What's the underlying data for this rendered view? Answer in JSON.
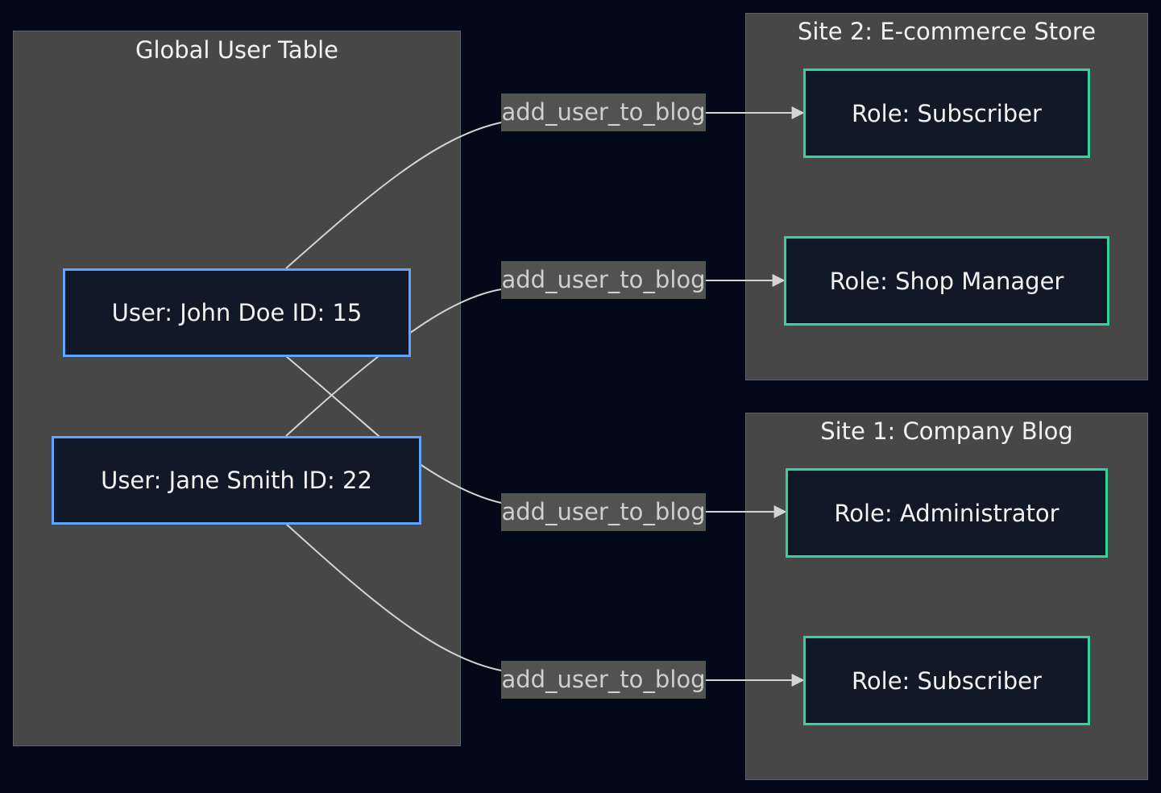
{
  "colors": {
    "background": "#020817",
    "cluster_fill": "#474747",
    "node_fill": "#111827",
    "user_border": "#60a5fa",
    "role_border": "#34d399",
    "edge_stroke": "#d4d4d4",
    "edge_label_fill": "#525252"
  },
  "clusters": {
    "users": {
      "title": "Global User Table"
    },
    "site2": {
      "title": "Site 2: E-commerce Store"
    },
    "site1": {
      "title": "Site 1: Company Blog"
    }
  },
  "nodes": {
    "john": "User: John Doe ID: 15",
    "jane": "User: Jane Smith ID: 22",
    "site2_subscriber": "Role: Subscriber",
    "site2_shop_manager": "Role: Shop Manager",
    "site1_administrator": "Role: Administrator",
    "site1_subscriber": "Role: Subscriber"
  },
  "edges": [
    {
      "from": "User: John Doe ID: 15",
      "to": "Role: Subscriber (Site 2: E-commerce Store)",
      "label": "add_user_to_blog"
    },
    {
      "from": "User: Jane Smith ID: 22",
      "to": "Role: Shop Manager (Site 2: E-commerce Store)",
      "label": "add_user_to_blog"
    },
    {
      "from": "User: John Doe ID: 15",
      "to": "Role: Administrator (Site 1: Company Blog)",
      "label": "add_user_to_blog"
    },
    {
      "from": "User: Jane Smith ID: 22",
      "to": "Role: Subscriber (Site 1: Company Blog)",
      "label": "add_user_to_blog"
    }
  ]
}
